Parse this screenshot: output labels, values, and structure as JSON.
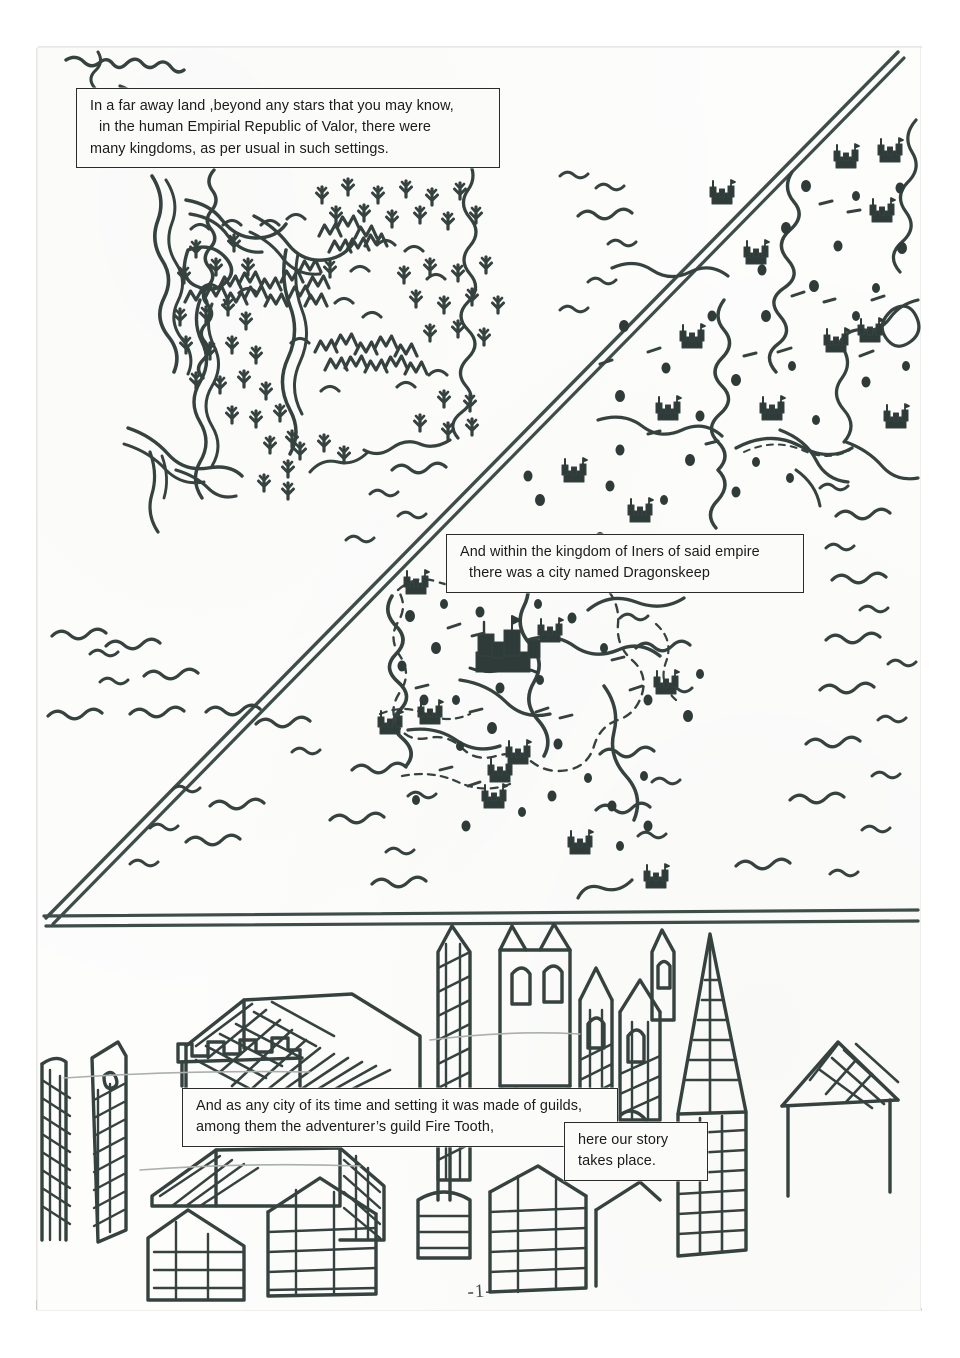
{
  "page": {
    "medium": "hand-drawn comic page, scanned",
    "page_number_mark": "-1-",
    "ink_color": "#34403e",
    "paper_color": "#fdfdfc",
    "caption_border_color": "#2b2b2b",
    "caption_fill_color": "#fbfbfa"
  },
  "panels": [
    {
      "id": "panel-top-left",
      "name": "world-map-forest-region",
      "contents": "hand-drawn map of rivers, conifer forests, mountain ranges and hills"
    },
    {
      "id": "panel-top-right",
      "name": "world-map-kingdoms-region",
      "contents": "hand-drawn map of kingdoms with castle symbols, settlement dots, dashed borders, rivers and sea waves"
    },
    {
      "id": "panel-bottom",
      "name": "cityscape-dragonskeep",
      "contents": "hand-drawn medieval cityscape with towers, half-timbered houses, crosshatched roofs and crenellated walls"
    }
  ],
  "captions": [
    {
      "id": "caption-1",
      "lines": [
        "In a far away land ,beyond any stars that you may know,",
        "in the human Empirial Republic of Valor, there were",
        "many kingdoms, as per usual in such settings."
      ]
    },
    {
      "id": "caption-2",
      "lines": [
        "And within the kingdom of Iners of said empire",
        "there was a city named Dragonskeep"
      ]
    },
    {
      "id": "caption-3",
      "lines": [
        "And as any city of its time and setting it was made of guilds,",
        "among them the adventurer’s guild Fire Tooth,"
      ]
    },
    {
      "id": "caption-4",
      "lines": [
        "here our story",
        "takes place."
      ]
    }
  ],
  "map_symbols": {
    "tree": "conifer-tree-glyph",
    "mountain": "mountain-range-glyph",
    "hill": "hill-arc-glyph",
    "castle": "castle-fort-glyph",
    "settlement": "settlement-dot",
    "river": "river-double-line",
    "sea": "sea-wave-line",
    "border": "dashed-kingdom-border"
  }
}
